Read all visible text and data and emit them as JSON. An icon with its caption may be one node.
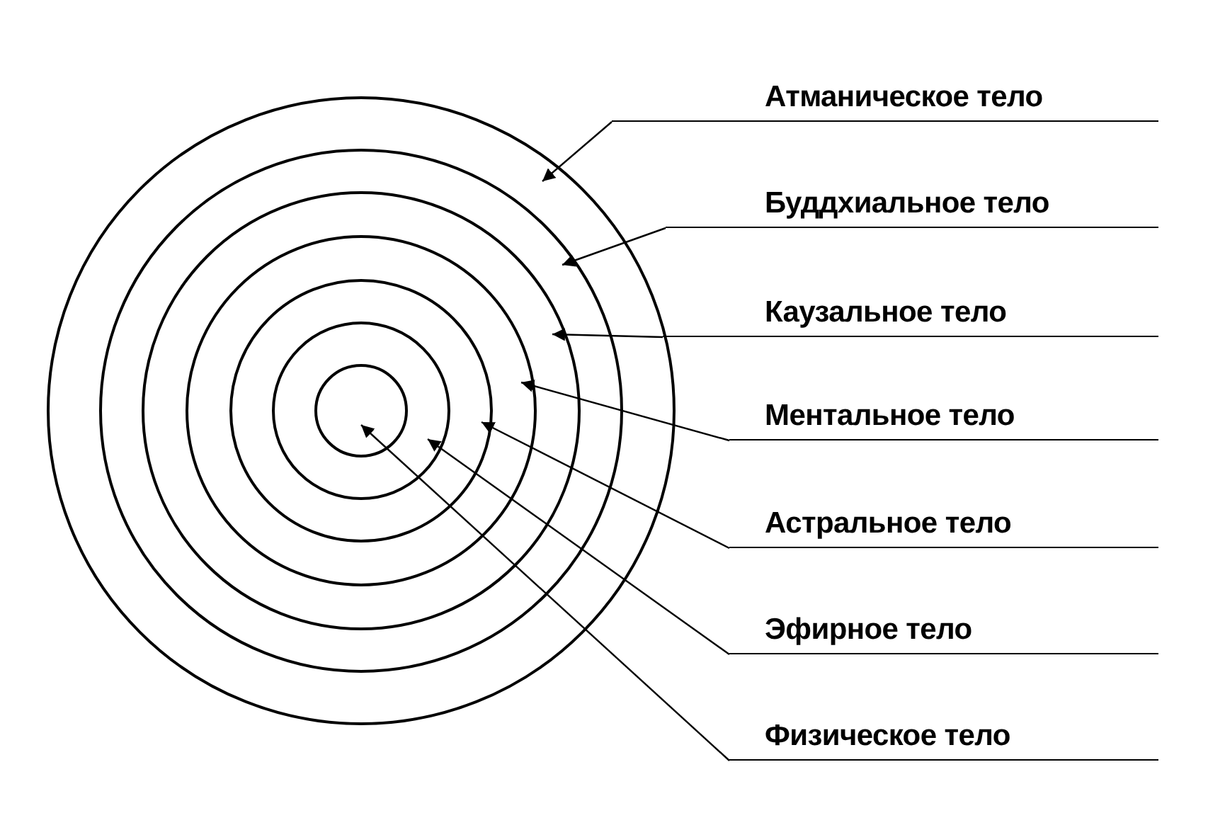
{
  "diagram": {
    "nodes": [
      {
        "text": [
          "Атманическое тело"
        ]
      },
      {
        "text": [
          "Буддхиальное тело"
        ]
      },
      {
        "text": [
          "Каузальное тело"
        ]
      },
      {
        "text": [
          "Ментальное тело"
        ]
      },
      {
        "text": [
          "Астральное тело"
        ]
      },
      {
        "text": [
          "Эфирное тело"
        ]
      },
      {
        "text": [
          "Физическое тело"
        ]
      },
      {
        "text": [],
        "shape": "circle"
      },
      {
        "text": [],
        "shape": "circle",
        "in": 7
      },
      {
        "text": [],
        "shape": "circle",
        "in": 8
      },
      {
        "text": [],
        "shape": "circle",
        "in": 9
      },
      {
        "text": [],
        "shape": "circle",
        "in": 10
      },
      {
        "text": [],
        "shape": "circle",
        "in": 11
      },
      {
        "text": [],
        "shape": "circle",
        "in": 12
      }
    ],
    "edges": [
      {
        "from": 0,
        "to": 7,
        "arrow": "to"
      },
      {
        "from": 1,
        "to": 8,
        "arrow": "to"
      },
      {
        "from": 2,
        "to": 9,
        "arrow": "to"
      },
      {
        "from": 3,
        "to": 10,
        "arrow": "to"
      },
      {
        "from": 4,
        "to": 11,
        "arrow": "to"
      },
      {
        "from": 5,
        "to": 12,
        "arrow": "to"
      },
      {
        "from": 6,
        "to": 13,
        "arrow": "to"
      }
    ]
  }
}
